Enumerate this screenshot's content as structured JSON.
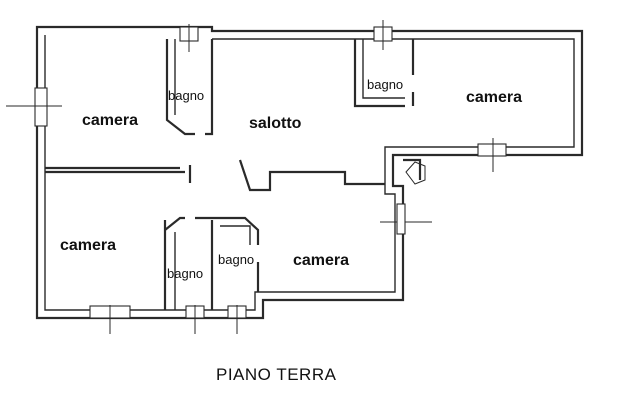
{
  "rooms": [
    {
      "id": "camera-top-left",
      "label": "camera"
    },
    {
      "id": "bagno-top-left",
      "label": "bagno"
    },
    {
      "id": "salotto",
      "label": "salotto"
    },
    {
      "id": "bagno-top-right",
      "label": "bagno"
    },
    {
      "id": "camera-top-right",
      "label": "camera"
    },
    {
      "id": "camera-bottom-left",
      "label": "camera"
    },
    {
      "id": "bagno-bottom-left",
      "label": "bagno"
    },
    {
      "id": "bagno-bottom-right",
      "label": "bagno"
    },
    {
      "id": "camera-bottom-right",
      "label": "camera"
    }
  ],
  "floor_title": "PIANO TERRA"
}
